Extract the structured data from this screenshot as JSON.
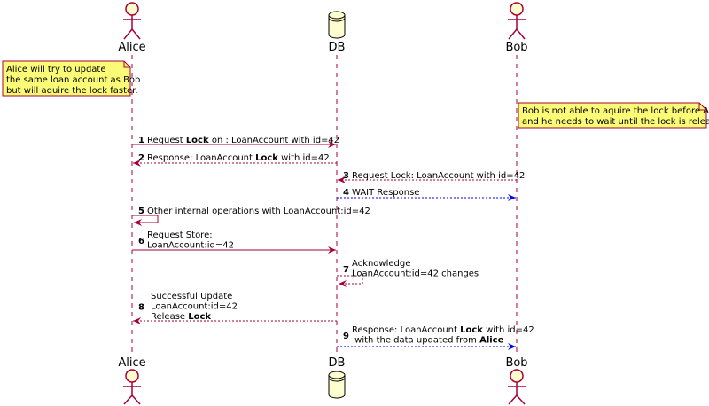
{
  "participants": {
    "alice": "Alice",
    "db": "DB",
    "bob": "Bob"
  },
  "notes": {
    "alice": [
      "Alice will try to update",
      "the same loan account as Bob",
      "but will aquire the lock faster."
    ],
    "bob": [
      "Bob is not able to aquire the lock before Alice,",
      "and he needs to wait until the lock is released."
    ]
  },
  "messages": [
    {
      "num": "1",
      "from": "alice",
      "to": "db",
      "style": "solid",
      "lines": [
        [
          [
            "Request "
          ],
          [
            "Lock",
            true
          ],
          [
            " on : LoanAccount with id=42"
          ]
        ]
      ]
    },
    {
      "num": "2",
      "from": "db",
      "to": "alice",
      "style": "dashed",
      "lines": [
        [
          [
            "Response: LoanAccount "
          ],
          [
            "Lock",
            true
          ],
          [
            " with id=42"
          ]
        ]
      ]
    },
    {
      "num": "3",
      "from": "bob",
      "to": "db",
      "style": "dashed",
      "lines": [
        [
          [
            "Request Lock: LoanAccount with id=42"
          ]
        ]
      ]
    },
    {
      "num": "4",
      "from": "db",
      "to": "bob",
      "style": "dotted-blue",
      "lines": [
        [
          [
            "WAIT Response"
          ]
        ]
      ]
    },
    {
      "num": "5",
      "from": "alice",
      "to": "alice",
      "style": "self-solid",
      "lines": [
        [
          [
            "Other internal operations with LoanAccount:id=42"
          ]
        ]
      ]
    },
    {
      "num": "6",
      "from": "alice",
      "to": "db",
      "style": "solid",
      "lines": [
        [
          [
            "Request Store:"
          ]
        ],
        [
          [
            "LoanAccount:id=42"
          ]
        ]
      ]
    },
    {
      "num": "7",
      "from": "db",
      "to": "db",
      "style": "self-dashed",
      "lines": [
        [
          [
            "Acknowledge"
          ]
        ],
        [
          [
            "LoanAccount:id=42 changes"
          ]
        ]
      ]
    },
    {
      "num": "8",
      "from": "db",
      "to": "alice",
      "style": "dashed",
      "lines": [
        [
          [
            "Successful Update"
          ]
        ],
        [
          [
            "LoanAccount:id=42"
          ]
        ],
        [
          [
            "Release "
          ],
          [
            "Lock",
            true
          ]
        ]
      ]
    },
    {
      "num": "9",
      "from": "db",
      "to": "bob",
      "style": "dotted-blue",
      "lines": [
        [
          [
            "Response: LoanAccount "
          ],
          [
            "Lock",
            true
          ],
          [
            " with id=42"
          ]
        ],
        [
          [
            " with the data updated from "
          ],
          [
            "Alice",
            true
          ]
        ]
      ]
    }
  ],
  "colors": {
    "lifeline": "#A80036",
    "arrow": "#A80036",
    "arrow_blue": "#0000FF",
    "actor_fill": "#FEFECE",
    "note_fill": "#FBFB77",
    "note_border": "#A80036"
  }
}
